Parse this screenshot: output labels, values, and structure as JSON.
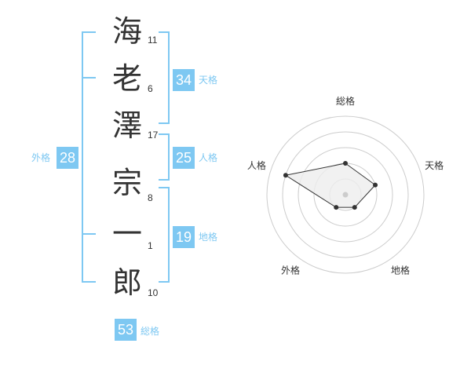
{
  "name": {
    "characters": [
      {
        "char": "海",
        "strokes": "11"
      },
      {
        "char": "老",
        "strokes": "6"
      },
      {
        "char": "澤",
        "strokes": "17"
      },
      {
        "char": "宗",
        "strokes": "8"
      },
      {
        "char": "一",
        "strokes": "1"
      },
      {
        "char": "郎",
        "strokes": "10"
      }
    ]
  },
  "fortune": {
    "tenkaku": {
      "value": "34",
      "label": "天格"
    },
    "jinkaku": {
      "value": "25",
      "label": "人格"
    },
    "chikaku": {
      "value": "19",
      "label": "地格"
    },
    "gaikaku": {
      "value": "28",
      "label": "外格"
    },
    "soukaku": {
      "value": "53",
      "label": "総格"
    }
  },
  "colors": {
    "accent": "#7ec8f2",
    "text": "#333333",
    "grid": "#cccccc"
  },
  "chart_data": {
    "type": "radar",
    "axes": [
      "総格",
      "天格",
      "地格",
      "外格",
      "人格"
    ],
    "values": [
      2,
      2,
      1,
      1,
      4
    ],
    "rmax": 5,
    "rings": 5
  }
}
